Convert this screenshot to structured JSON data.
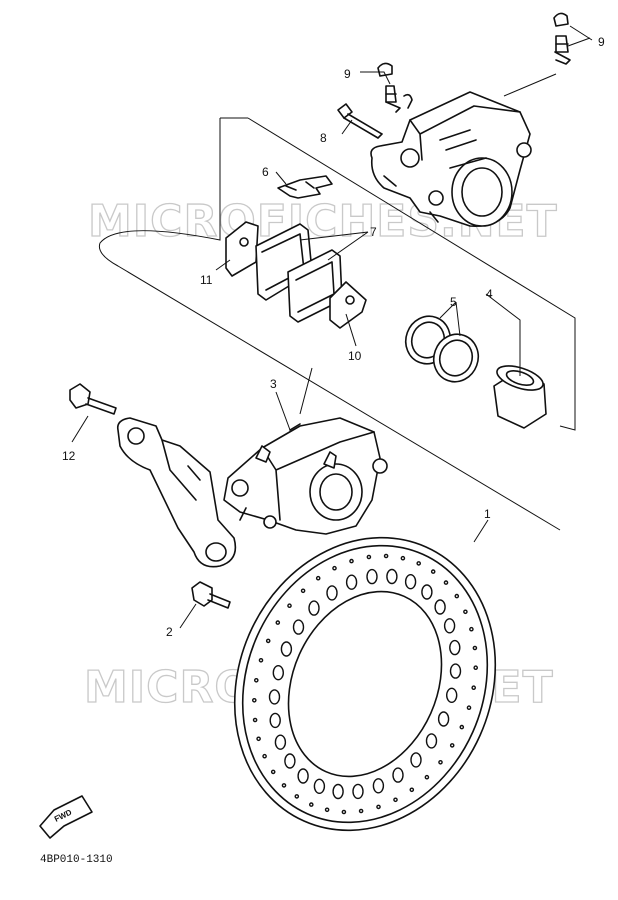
{
  "diagram": {
    "watermark_top": "MICROFICHES.NET",
    "watermark_bottom": "MICROFICHES.NET",
    "part_callouts": [
      "1",
      "2",
      "3",
      "4",
      "5",
      "6",
      "7",
      "8",
      "9",
      "9",
      "10",
      "11",
      "12"
    ],
    "figure_code": "4BP010-1310",
    "direction_badge": "FWD"
  }
}
